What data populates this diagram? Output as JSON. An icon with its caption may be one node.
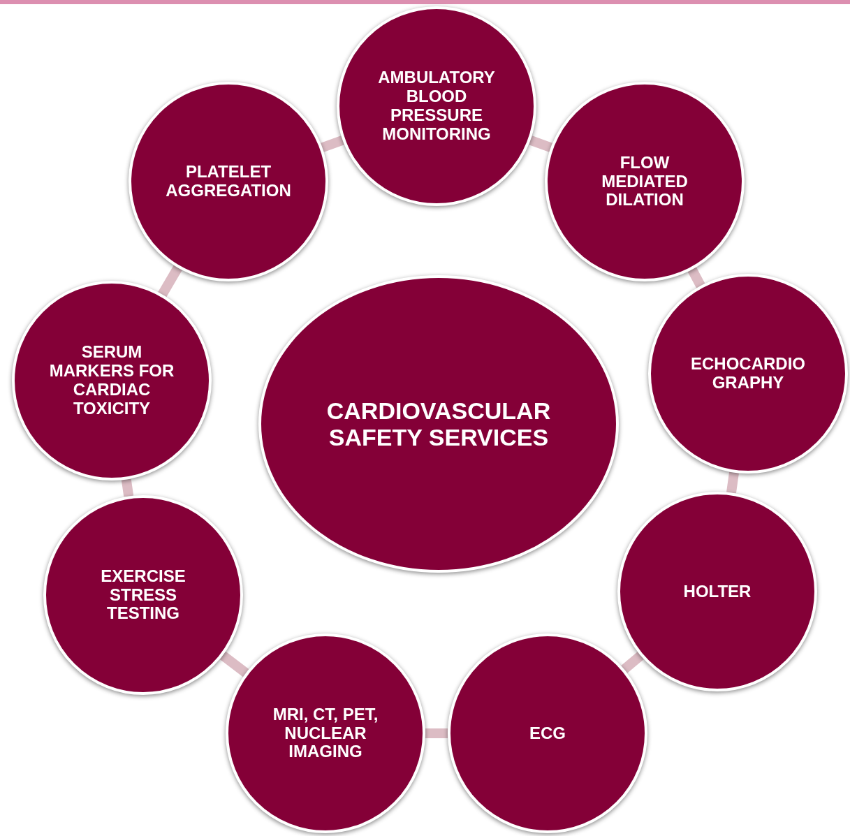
{
  "diagram": {
    "nodes": [
      {
        "text": [
          "CARDIOVASCULAR SAFETY SERVICES"
        ]
      },
      {
        "text": [
          "AMBULATORY BLOOD PRESSURE MONITORING"
        ]
      },
      {
        "text": [
          "FLOW MEDIATED DILATION"
        ]
      },
      {
        "text": [
          "ECHOCARDIO GRAPHY"
        ]
      },
      {
        "text": [
          "HOLTER"
        ]
      },
      {
        "text": [
          "ECG"
        ]
      },
      {
        "text": [
          "MRI, CT, PET, NUCLEAR IMAGING"
        ]
      },
      {
        "text": [
          "EXERCISE STRESS TESTING"
        ]
      },
      {
        "text": [
          "SERUM MARKERS FOR CARDIAC TOXICITY"
        ]
      },
      {
        "text": [
          "PLATELET AGGREGATION"
        ]
      }
    ],
    "edges": [
      {
        "from": 1,
        "to": 2,
        "arrow": "none"
      },
      {
        "from": 2,
        "to": 3,
        "arrow": "none"
      },
      {
        "from": 3,
        "to": 4,
        "arrow": "none"
      },
      {
        "from": 4,
        "to": 5,
        "arrow": "none"
      },
      {
        "from": 5,
        "to": 6,
        "arrow": "none"
      },
      {
        "from": 6,
        "to": 7,
        "arrow": "none"
      },
      {
        "from": 7,
        "to": 8,
        "arrow": "none"
      },
      {
        "from": 8,
        "to": 9,
        "arrow": "none"
      },
      {
        "from": 9,
        "to": 1,
        "arrow": "none"
      }
    ]
  }
}
